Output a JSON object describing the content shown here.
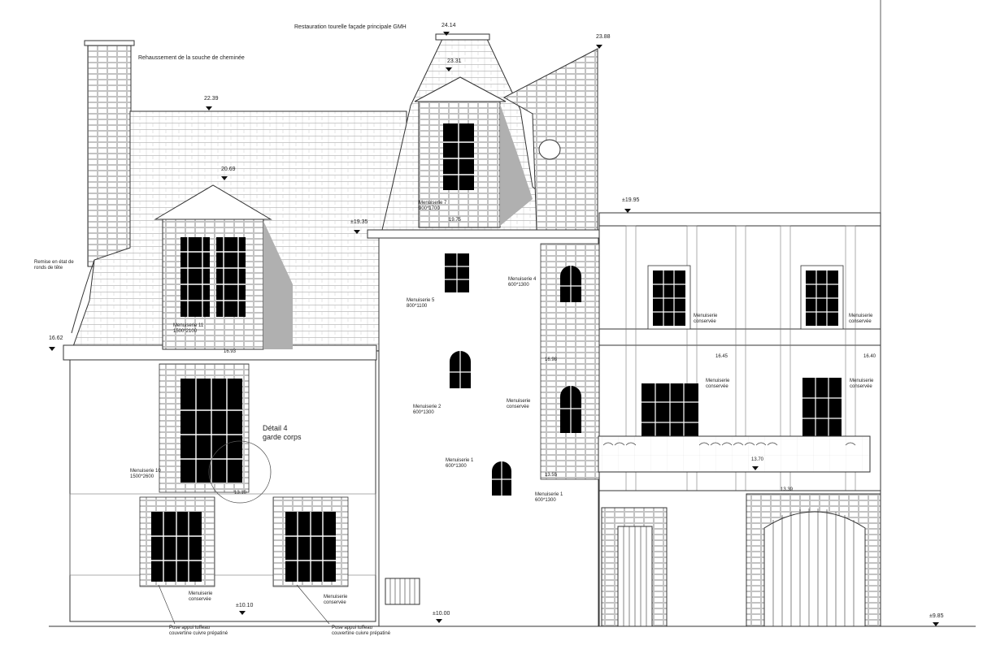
{
  "notes": {
    "restauration": "Restauration tourelle façade principale GMH",
    "rehaussement": "Rehaussement de la souche de cheminée",
    "remise": "Remise en état de\nronds de tête",
    "detail": "Détail 4\ngarde corps",
    "pose_left": "Pose appui tuffeau\ncouvertine cuivre prépatiné",
    "pose_right": "Pose appui tuffeau\ncouvertine cuivre prépatiné"
  },
  "elevations": {
    "e2414": "24.14",
    "e2331": "23.31",
    "e2388": "23.88",
    "e2239": "22.39",
    "e2069": "20.69",
    "e1995": "±19.95",
    "e1935": "±19.35",
    "e1975": "19.75",
    "e1662": "16.62",
    "e1693": "16.93",
    "e1698": "16.98",
    "e1645": "16.45",
    "e1640": "16.40",
    "e1370": "13.70",
    "e1355": "13.55",
    "e1310": "13.10",
    "e1339": "13.39",
    "e1010": "±10.10",
    "e1000": "±10.00",
    "e985": "±9.85"
  },
  "menuiseries": {
    "m7": "Menuiserie 7\n900*1700",
    "m11": "Menuiserie 11\n1500*2100",
    "m5": "Menuiserie 5\n800*1100",
    "m4": "Menuiserie 4\n600*1300",
    "m2": "Menuiserie 2\n600*1300",
    "m10": "Menuiserie 10\n1500*2600",
    "m1": "Menuiserie 1\n600*1300",
    "m1b": "Menuiserie 1\n600*1300",
    "c_left": "Menuiserie\nconservée",
    "c_right": "Menuiserie\nconservée",
    "c_mid": "Menuiserie\nconservée",
    "c_e1": "Menuiserie\nconservée",
    "c_e2": "Menuiserie\nconservée",
    "c_e3": "Menuiserie\nconservée",
    "c_e4": "Menuiserie\nconservée"
  }
}
